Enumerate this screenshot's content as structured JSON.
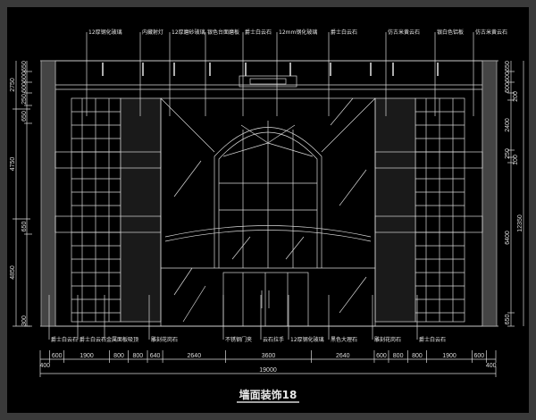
{
  "title": "墙面装饰18",
  "top_callouts": [
    "12厚钢化玻璃",
    "内藏射灯",
    "12厚磨砂玻璃",
    "银色台面磨板",
    "爵士白云石",
    "12mm钢化玻璃",
    "爵士白云石",
    "仿古米黄云石",
    "银白色铝板",
    "仿古米黄云石"
  ],
  "bottom_callouts": [
    "爵士白云石",
    "爵士白云石",
    "金属面板吸顶",
    "雕刻花岗石",
    "不锈钢门夹",
    "云石拉手",
    "12厚钢化玻璃",
    "黑色大理石",
    "雕刻花岗石",
    "爵士白云石"
  ],
  "bottom_dimensions": [
    "400",
    "600",
    "1900",
    "800",
    "800",
    "640",
    "2640",
    "3600",
    "2640",
    "600",
    "800",
    "800",
    "1900",
    "600",
    "400"
  ],
  "bottom_dimension_values": [
    400,
    600,
    1900,
    800,
    800,
    640,
    2640,
    3600,
    2640,
    600,
    800,
    800,
    1900,
    600,
    400
  ],
  "total_width": "19000",
  "left_dimensions_outer": [
    "2750",
    "4750",
    "4850"
  ],
  "left_dimensions_inner": [
    "650",
    "600",
    "600",
    "250",
    "650",
    "650",
    "300"
  ],
  "right_dimensions": [
    "650",
    "600",
    "600",
    "200",
    "2400",
    "250",
    "100",
    "6400",
    "650"
  ],
  "total_height": "12350",
  "colors": {
    "background": "#000000",
    "frame": "#3a3a3a",
    "line": "#e0e0e0"
  }
}
